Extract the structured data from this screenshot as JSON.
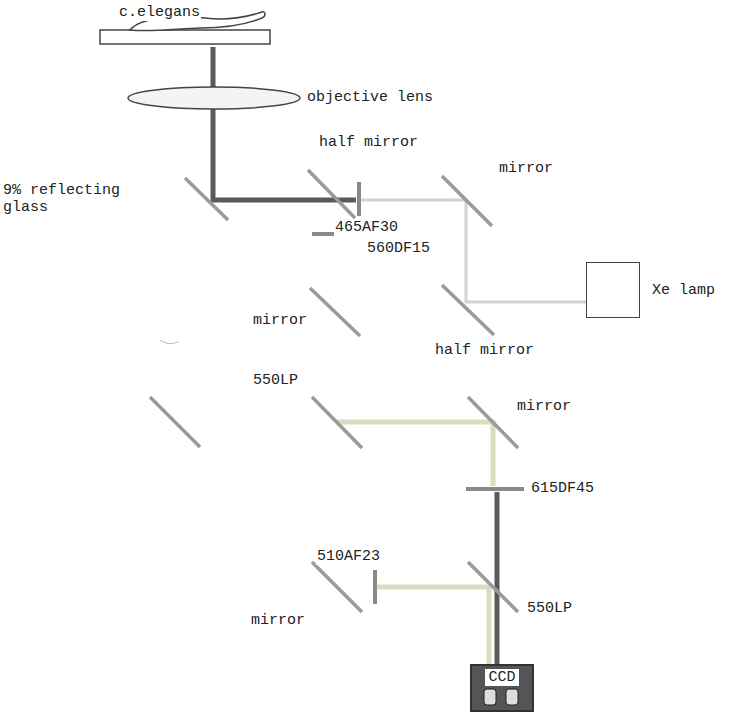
{
  "diagram": {
    "nodes": [
      {
        "text": [
          "Xe lamp"
        ]
      },
      {
        "text": [
          "CCD"
        ]
      }
    ],
    "labels": [
      "c.elegans",
      "objective lens",
      "half mirror",
      "9% reflecting glass",
      "465AF30",
      "560DF15",
      "mirror",
      "half mirror",
      "mirror",
      "550LP",
      "mirror",
      "615DF45",
      "510AF23",
      "550LP",
      "mirror"
    ]
  }
}
